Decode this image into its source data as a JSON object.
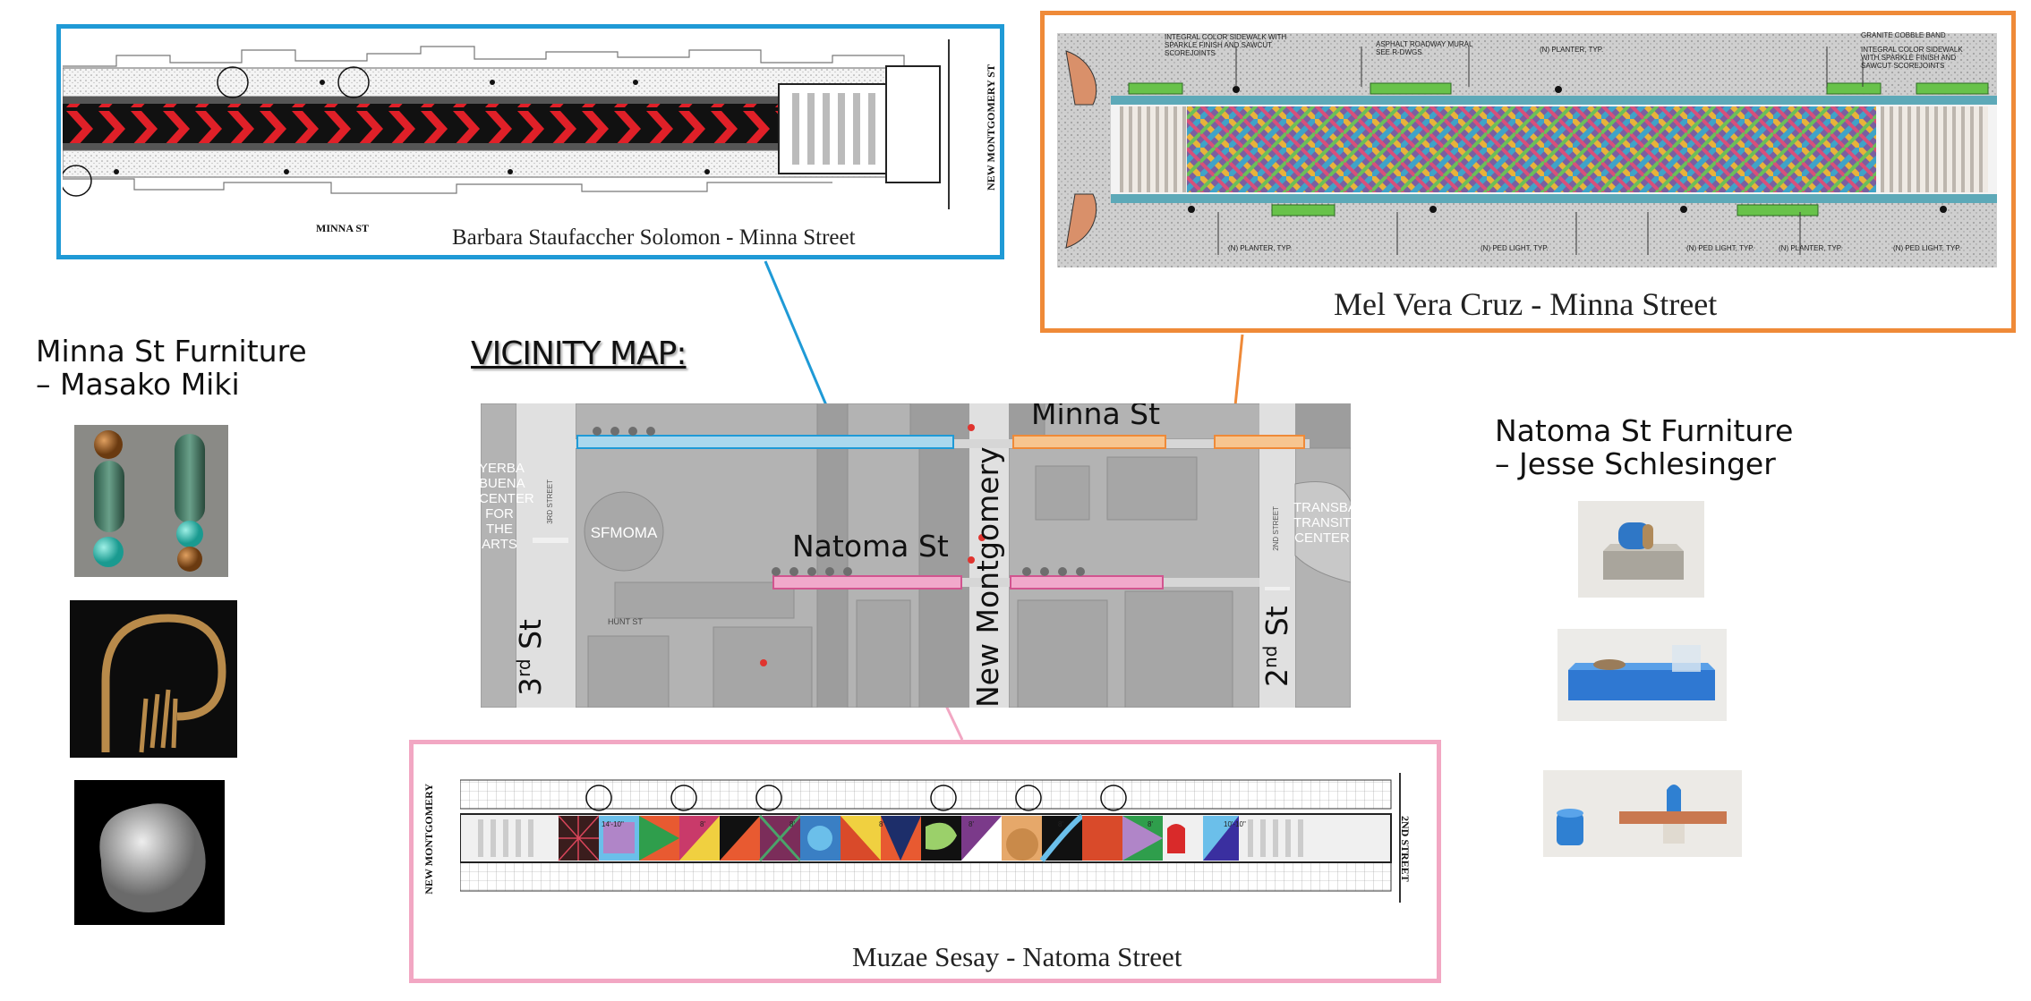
{
  "vicinity_map": {
    "title": "VICINITY MAP:",
    "labels": {
      "minna": "Minna St",
      "natoma": "Natoma St",
      "new_montgomery": "New Montgomery",
      "third_st_num": "3",
      "third_st_sup": "rd",
      "third_st_word": " St",
      "second_st_num": "2",
      "second_st_sup": "nd",
      "second_st_word": " St",
      "yerba_buena": "YERBA BUENA CENTER FOR THE ARTS",
      "sfmoma": "SFMOMA",
      "transbay": "TRANSBAY TRANSIT CENTER",
      "hunt_st": "HUNT ST",
      "third_street_small": "3RD STREET",
      "second_street_small": "2ND STREET"
    }
  },
  "panels": {
    "solomon": {
      "caption": "Barbara Staufaccher Solomon - Minna Street",
      "street_label": "MINNA ST",
      "cross_label": "NEW MONTGOMERY ST",
      "border_color": "#1f9ad6"
    },
    "vera_cruz": {
      "caption": "Mel Vera Cruz - Minna Street",
      "border_color": "#ef8a38",
      "notes_top": [
        "INTEGRAL COLOR SIDEWALK WITH SPARKLE FINISH AND SAWCUT SCOREJOINTS",
        "ASPHALT ROADWAY MURAL SEE R-DWGS",
        "(N) PLANTER, TYP.",
        "GRANITE COBBLE BAND",
        "INTEGRAL COLOR SIDEWALK WITH SPARKLE FINISH AND SAWCUT SCOREJOINTS"
      ],
      "notes_bottom": [
        "(N) PLANTER, TYP.",
        "(N) PED LIGHT, TYP.",
        "(N) PED LIGHT, TYP.",
        "(N) PLANTER, TYP.",
        "(N) PED LIGHT, TYP."
      ]
    },
    "sesay": {
      "caption": "Muzae Sesay - Natoma Street",
      "left_label": "NEW MONTGOMERY",
      "right_label": "2ND STREET",
      "dims": [
        "14'-10\"",
        "8'",
        "8'",
        "8'",
        "8'",
        "8'",
        "8'",
        "10'-10\""
      ],
      "border_color": "#f2a7c3"
    }
  },
  "furniture": {
    "miki": {
      "line1": "Minna St Furniture",
      "line2": "– Masako Miki"
    },
    "schlesinger": {
      "line1": "Natoma St Furniture",
      "line2": "– Jesse Schlesinger"
    }
  }
}
